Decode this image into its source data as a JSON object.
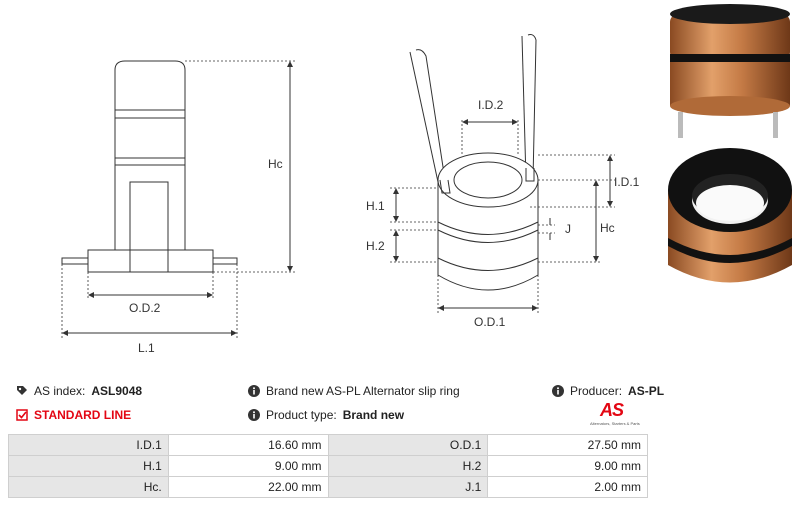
{
  "drawing": {
    "label_hc_left": "Hc",
    "label_od2": "O.D.2",
    "label_l1": "L.1",
    "label_id2": "I.D.2",
    "label_id1": "I.D.1",
    "label_h1": "H.1",
    "label_h2": "H.2",
    "label_j": "J",
    "label_hc_right": "Hc",
    "label_od1": "O.D.1"
  },
  "info": {
    "as_index_label": "AS index:",
    "as_index_value": "ASL9048",
    "description": "Brand new AS-PL Alternator slip ring",
    "producer_label": "Producer:",
    "producer_value": "AS-PL",
    "line": "STANDARD LINE",
    "product_type_label": "Product type:",
    "product_type_value": "Brand new"
  },
  "logo": {
    "text": "AS",
    "tagline": "Alternators, Starters & Parts"
  },
  "colors": {
    "accent_red": "#e30613",
    "copper": "#c47a45",
    "table_key_bg": "#e6e6e6"
  },
  "specs": [
    {
      "k1": "I.D.1",
      "v1": "16.60 mm",
      "k2": "O.D.1",
      "v2": "27.50 mm"
    },
    {
      "k1": "H.1",
      "v1": "9.00 mm",
      "k2": "H.2",
      "v2": "9.00 mm"
    },
    {
      "k1": "Hc.",
      "v1": "22.00 mm",
      "k2": "J.1",
      "v2": "2.00 mm"
    }
  ]
}
